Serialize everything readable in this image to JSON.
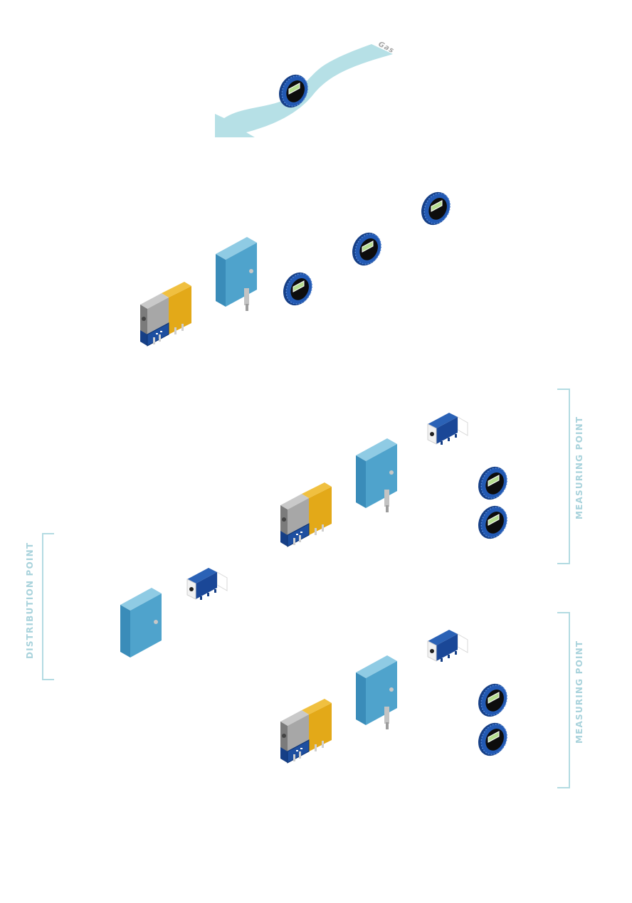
{
  "labels": {
    "gas": "Gas",
    "distribution_point": "DISTRIBUTION POINT",
    "measuring_point_1": "MEASURING POINT",
    "measuring_point_2": "MEASURING POINT"
  },
  "colors": {
    "gas_stream": "#b6e0e6",
    "bracket": "#b3dbe2",
    "label": "#a9d3dc",
    "meter_blue": "#1e4fa0",
    "cabinet_blue": "#4fa3cc",
    "gateway_yellow": "#e3a918",
    "gateway_gray": "#9a9a9a"
  },
  "icons": [
    "gas-meter-icon",
    "control-cabinet-icon",
    "gateway-module-icon",
    "sensor-module-icon"
  ]
}
